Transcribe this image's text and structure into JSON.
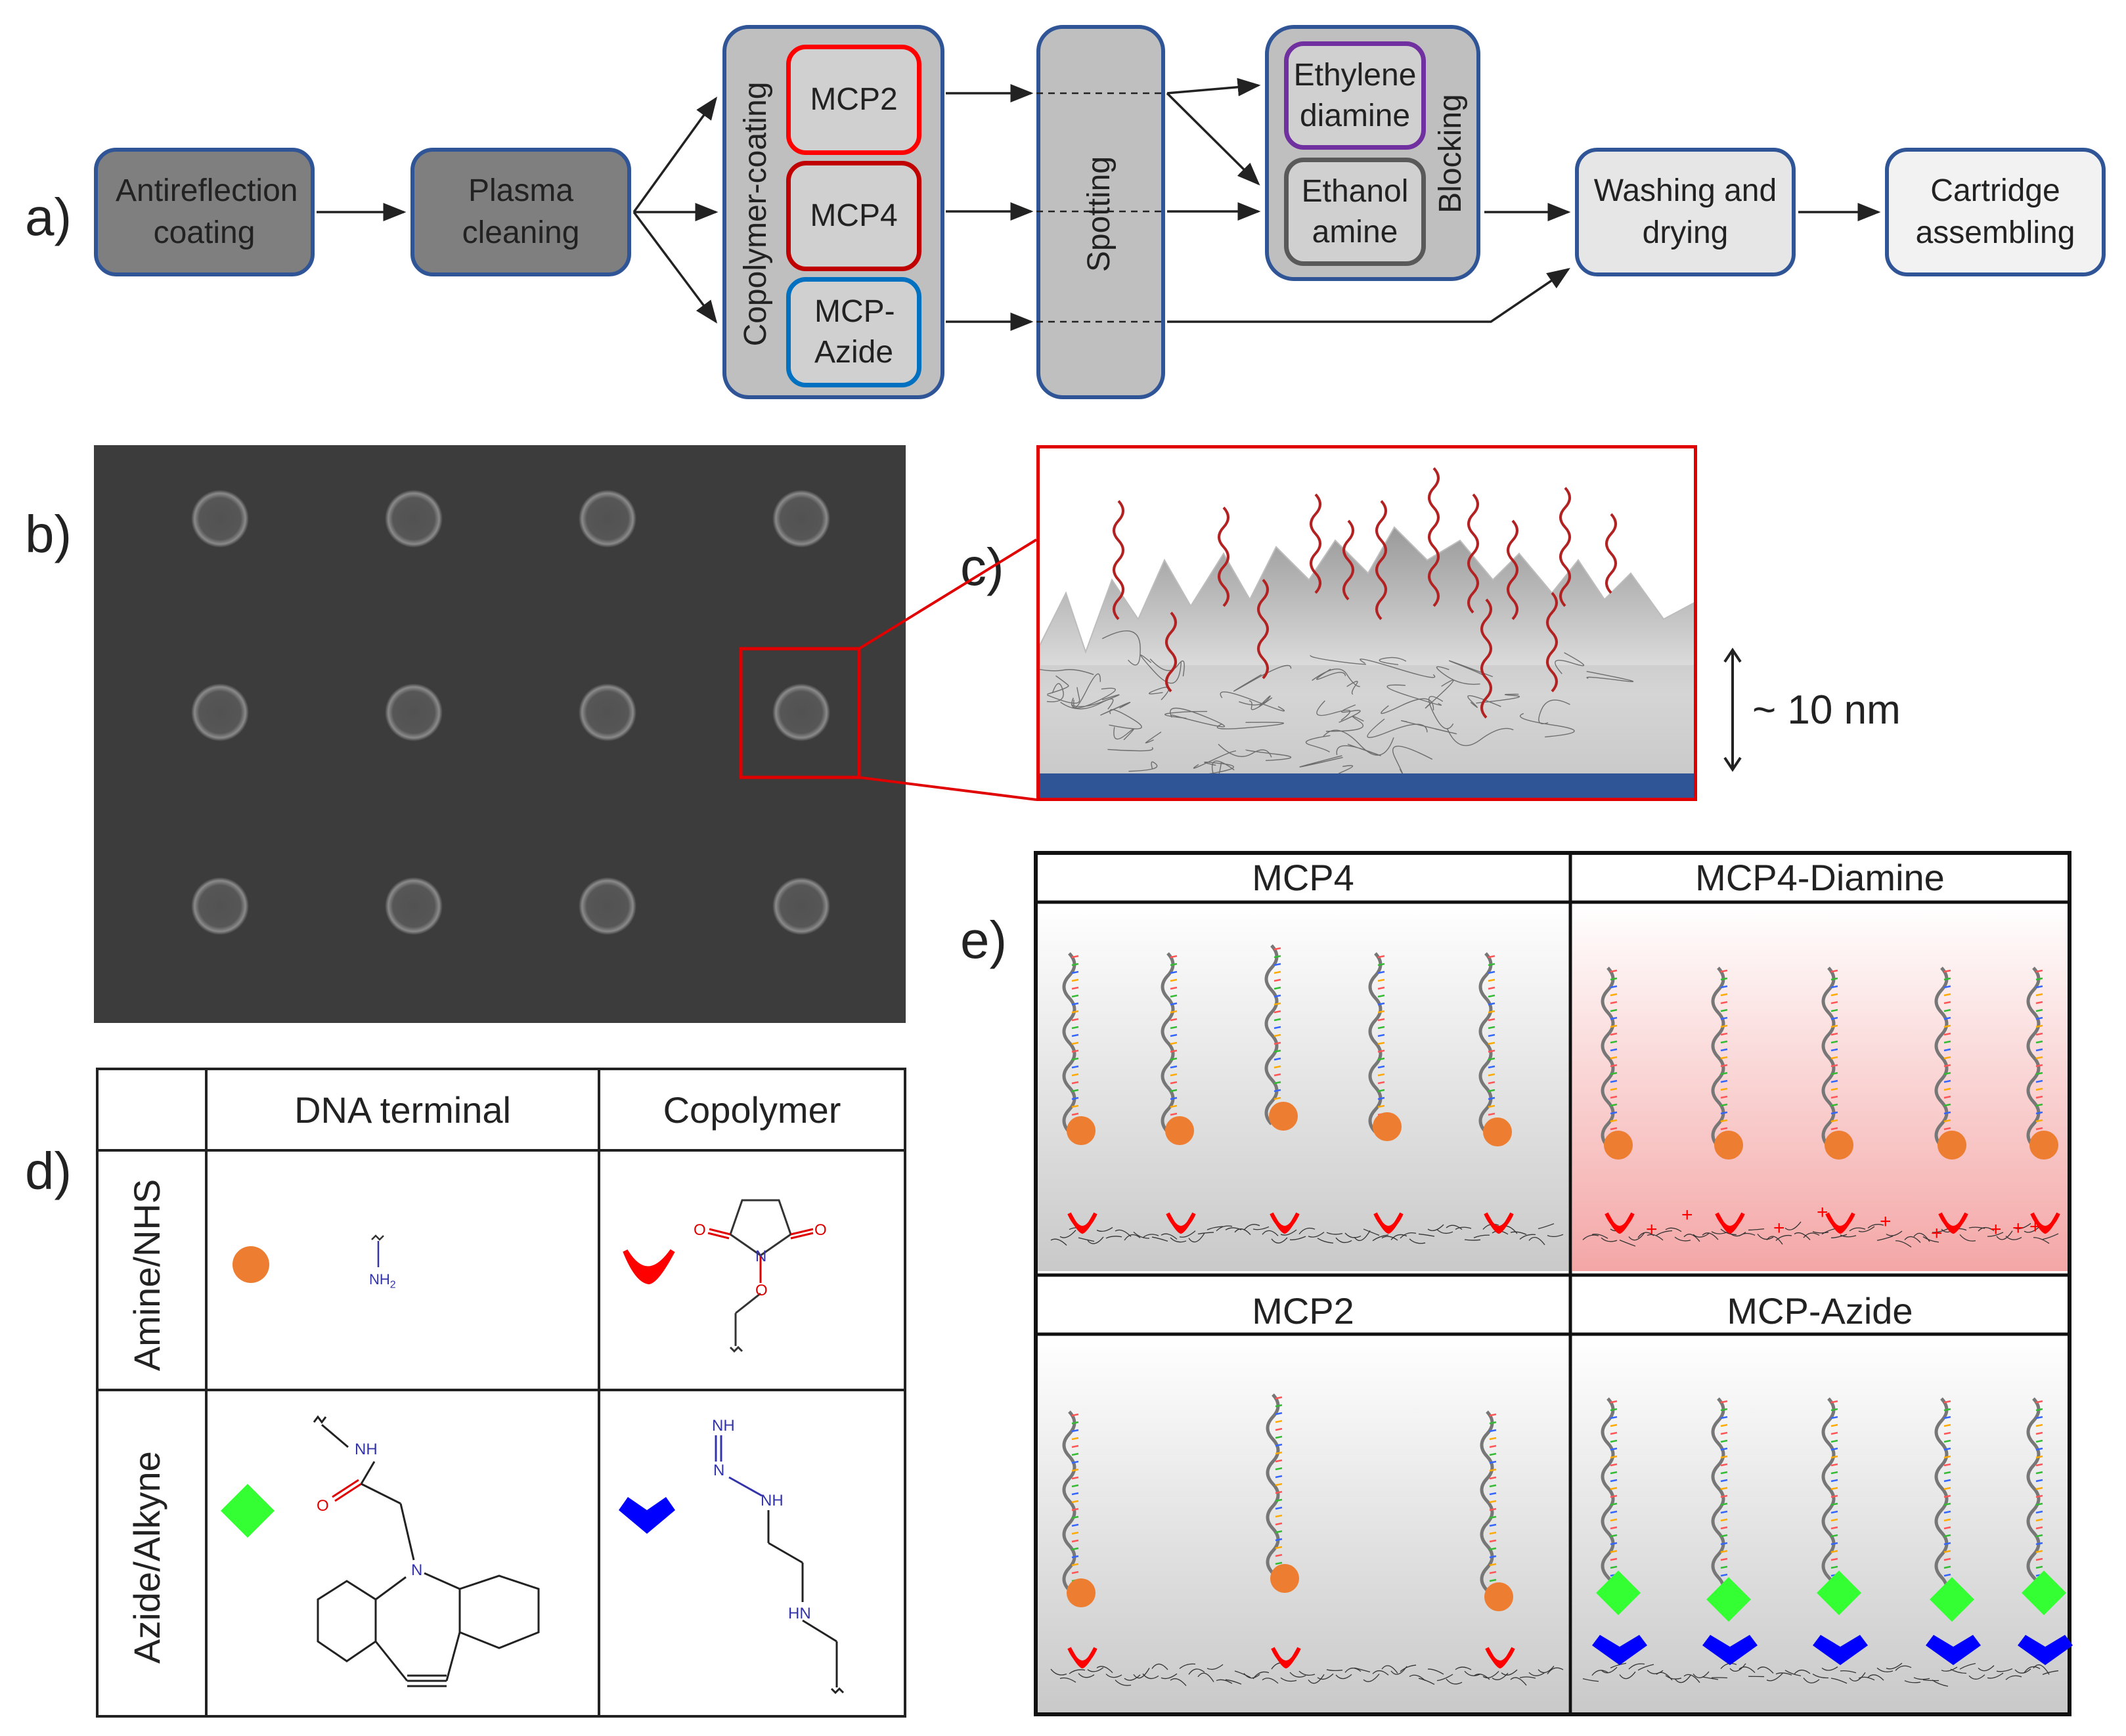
{
  "panels": {
    "a": "a)",
    "b": "b)",
    "c": "c)",
    "d": "d)",
    "e": "e)"
  },
  "flow": {
    "antireflection": "Antireflection coating",
    "plasma": "Plasma cleaning",
    "copolymer_coating": "Copolymer-coating",
    "mcp2": "MCP2",
    "mcp4": "MCP4",
    "mcp_azide": "MCP-Azide",
    "spotting": "Spotting",
    "ethylene": "Ethylene diamine",
    "ethanol": "Ethanol amine",
    "blocking": "Blocking",
    "washing": "Washing and drying",
    "cartridge": "Cartridge assembling"
  },
  "scale": {
    "label": "~ 10 nm"
  },
  "table_d": {
    "headers": [
      "DNA terminal",
      "Copolymer"
    ],
    "rows": [
      "Amine/NHS",
      "Azide/Alkyne"
    ],
    "chem": {
      "nh": "NH",
      "nh2": "NH",
      "nh2_sub": "2",
      "o": "O",
      "n": "N",
      "hn": "HN"
    }
  },
  "panel_e": {
    "titles": [
      "MCP4",
      "MCP4-Diamine",
      "MCP2",
      "MCP-Azide"
    ]
  },
  "colors": {
    "border_blue": "#2f5597",
    "mcp2": "#ff0000",
    "mcp4": "#c00000",
    "azide": "#0070c0",
    "ethylene": "#7030a0",
    "ethanol": "#595959",
    "amine_ball": "#ed7d31",
    "nhs": "#ff0000",
    "dbco": "#33ff33",
    "alkyne_heart": "#0000ff"
  }
}
